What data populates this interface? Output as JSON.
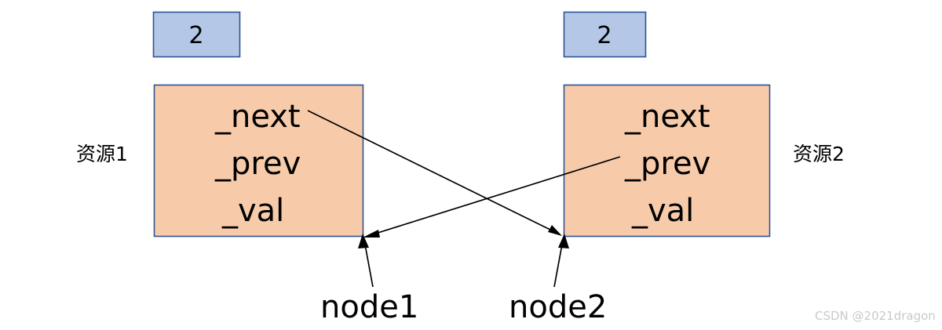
{
  "diagram": {
    "title": "doubly linked list node cross reference diagram",
    "background_color": "#ffffff",
    "colors": {
      "node_fill": "#f7cbaa",
      "node_border": "#2e5395",
      "count_fill": "#b4c7e7",
      "count_border": "#2e5395",
      "line": "#000000",
      "watermark": "#c9c9c9"
    },
    "counters": [
      {
        "id": "counter-left",
        "value": "2"
      },
      {
        "id": "counter-right",
        "value": "2"
      }
    ],
    "nodes": [
      {
        "id": "node-left",
        "resource_label": "资源1",
        "fields": [
          "_next",
          "_prev",
          "_val"
        ]
      },
      {
        "id": "node-right",
        "resource_label": "资源2",
        "fields": [
          "_next",
          "_prev",
          "_val"
        ]
      }
    ],
    "pointer_labels": [
      {
        "id": "pointer-node1",
        "label": "node1"
      },
      {
        "id": "pointer-node2",
        "label": "node2"
      }
    ],
    "links": [
      {
        "id": "link-left-next",
        "from": "node-left._next",
        "to": "node-right.bottom-right"
      },
      {
        "id": "link-right-prev",
        "from": "node-right._prev",
        "to": "node-left.bottom-right"
      }
    ],
    "watermark": "CSDN @2021dragon"
  }
}
